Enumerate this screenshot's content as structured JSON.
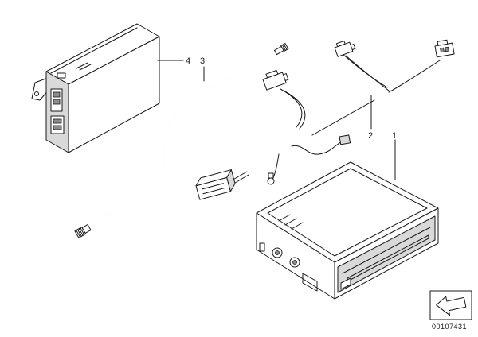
{
  "callouts": [
    {
      "id": "4",
      "label": "4"
    },
    {
      "id": "3",
      "label": "3"
    },
    {
      "id": "2",
      "label": "2"
    },
    {
      "id": "1",
      "label": "1"
    }
  ],
  "reference_number": "00107431",
  "colors": {
    "line": "#1a1a1a",
    "fill": "#ffffff",
    "shade": "#d9d9d9"
  },
  "icons": {
    "nav": "arrow-outline-icon"
  }
}
